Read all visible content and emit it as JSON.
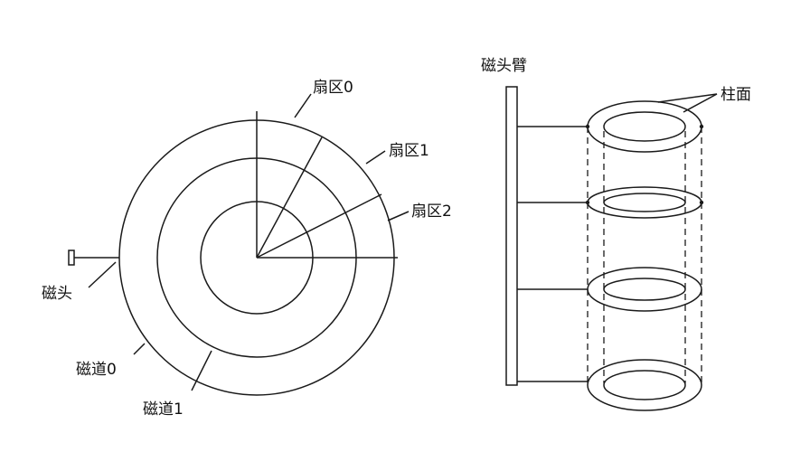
{
  "labels": {
    "sector_0": "扇区0",
    "sector_1": "扇区1",
    "sector_2": "扇区2",
    "head": "磁头",
    "track_0": "磁道0",
    "track_1": "磁道1",
    "head_arm": "磁头臂",
    "cylinder": "柱面"
  },
  "colors": {
    "stroke": "#1a1a1a",
    "background": "#ffffff"
  }
}
